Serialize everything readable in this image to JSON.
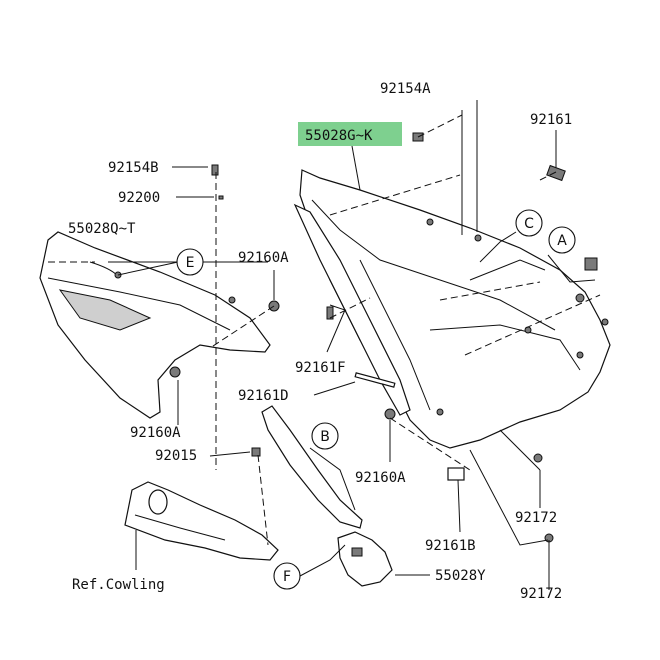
{
  "labels": {
    "p92154A": "92154A",
    "p55028GK": "55028G~K",
    "p92161_top": "92161",
    "p92154B": "92154B",
    "p92200": "92200",
    "p55028QT": "55028Q~T",
    "p92160A_left": "92160A",
    "p92160A_mid": "92160A",
    "p92161F": "92161F",
    "p92161D": "92161D",
    "p92160A_right": "92160A",
    "p92015": "92015",
    "p92172_upper": "92172",
    "p92161B": "92161B",
    "p92172_lower": "92172",
    "p55028Y": "55028Y",
    "ref_cowling": "Ref.Cowling"
  },
  "callouts": {
    "A": "A",
    "B": "B",
    "C": "C",
    "E": "E",
    "F": "F"
  },
  "colors": {
    "highlight": "#7ed08f",
    "line": "#111111",
    "shade": "#7a7a7a"
  }
}
